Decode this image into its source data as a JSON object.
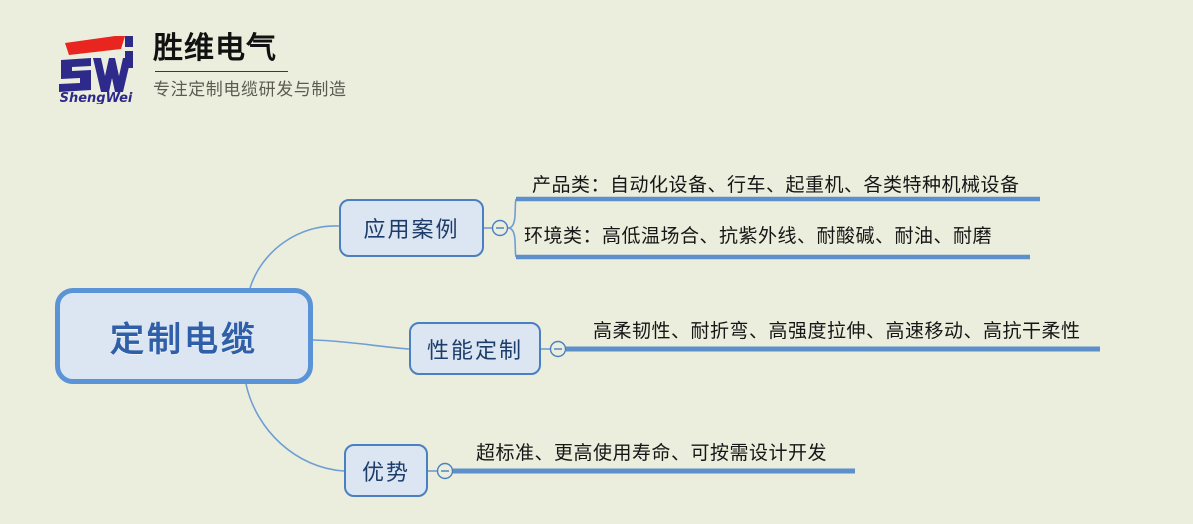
{
  "page": {
    "background_color": "#ebeedd",
    "accent_color": "#4a7fc1",
    "node_fill_color": "#dce5f2",
    "root_border_color": "#5a94d6"
  },
  "header": {
    "logo_icon": "shengwei-sw-logo",
    "logo_initials": "SW",
    "logo_pinyin": "ShengWei",
    "brand_name": "胜维电气",
    "tagline": "专注定制电缆研发与制造",
    "logo_colors": {
      "swoosh": "#e8251f",
      "letters": "#2e2a8c",
      "pinyin": "#2e2a8c"
    }
  },
  "mindmap": {
    "root": {
      "label": "定制电缆"
    },
    "branches": [
      {
        "id": "application-cases",
        "label": "应用案例",
        "collapse_icon": "minus-circle-icon",
        "leaves": [
          {
            "text": "产品类：自动化设备、行车、起重机、各类特种机械设备"
          },
          {
            "text": "环境类：高低温场合、抗紫外线、耐酸碱、耐油、耐磨"
          }
        ]
      },
      {
        "id": "performance-custom",
        "label": "性能定制",
        "collapse_icon": "minus-circle-icon",
        "leaves": [
          {
            "text": "高柔韧性、耐折弯、高强度拉伸、高速移动、高抗干柔性"
          }
        ]
      },
      {
        "id": "advantages",
        "label": "优势",
        "collapse_icon": "minus-circle-icon",
        "leaves": [
          {
            "text": "超标准、更高使用寿命、可按需设计开发"
          }
        ]
      }
    ]
  }
}
